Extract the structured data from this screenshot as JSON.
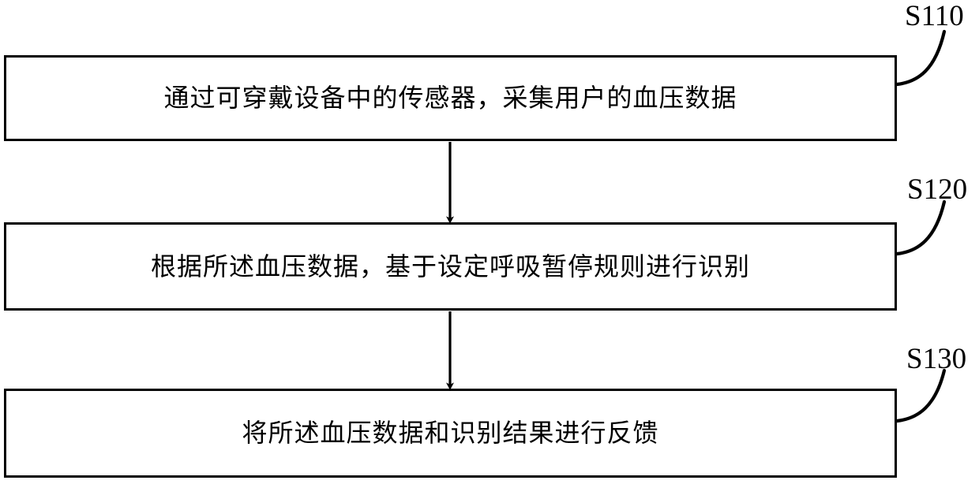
{
  "diagram": {
    "type": "flowchart",
    "orientation": "vertical",
    "background_color": "#ffffff",
    "line_color": "#000000",
    "steps": [
      {
        "id": "S110",
        "label": "S110",
        "text": "通过可穿戴设备中的传感器，采集用户的血压数据"
      },
      {
        "id": "S120",
        "label": "S120",
        "text": "根据所述血压数据，基于设定呼吸暂停规则进行识别"
      },
      {
        "id": "S130",
        "label": "S130",
        "text": "将所述血压数据和识别结果进行反馈"
      }
    ],
    "connectors": [
      {
        "from": "S110",
        "to": "S120",
        "style": "arrow-down"
      },
      {
        "from": "S120",
        "to": "S130",
        "style": "arrow-down"
      }
    ],
    "leader_lines": [
      {
        "for": "S110",
        "style": "curved"
      },
      {
        "for": "S120",
        "style": "curved"
      },
      {
        "for": "S130",
        "style": "curved"
      }
    ]
  }
}
